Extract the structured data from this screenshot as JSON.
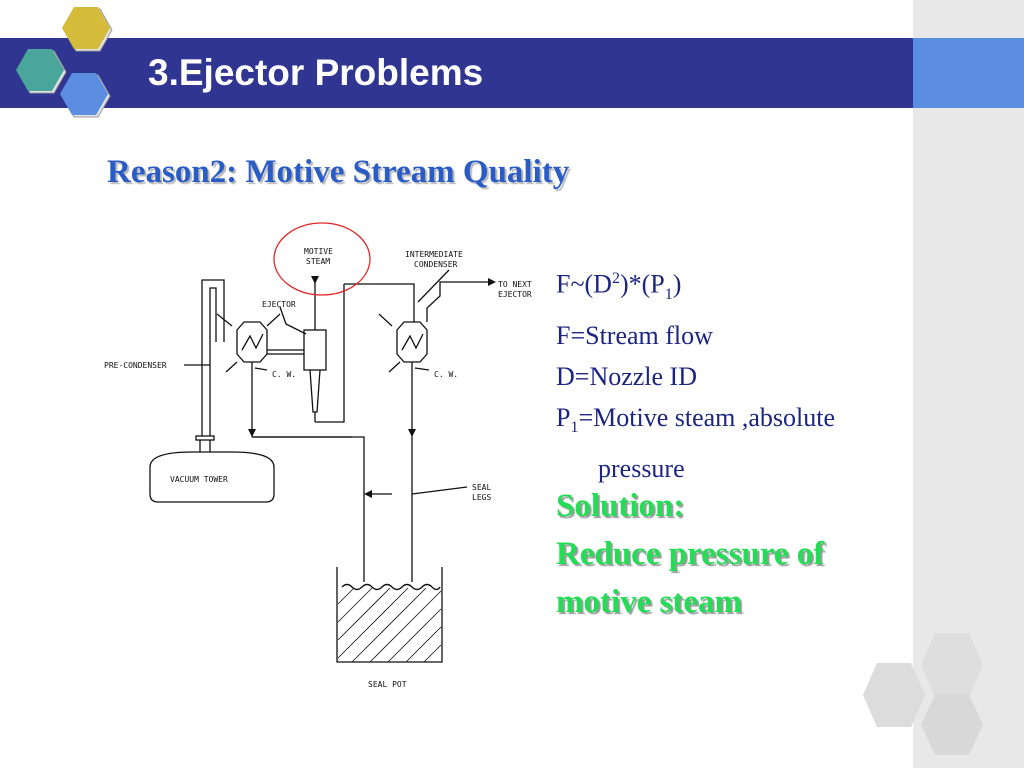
{
  "slide": {
    "title": "3.Ejector Problems",
    "subtitle": "Reason2: Motive Stream Quality",
    "colors": {
      "title_bar": "#303592",
      "title_accent": "#5b8de0",
      "subtitle": "#2a5cc7",
      "formula_text": "#1c2680",
      "solution_text": "#22dd55",
      "highlight_circle": "#e0282a"
    }
  },
  "formula": {
    "f_prefix": "F~(D",
    "f_sup": "2",
    "f_mid": ")*(P",
    "f_sub": "1",
    "f_suffix": ")",
    "line2": "F=Stream flow",
    "line3": "D=Nozzle ID",
    "p_prefix": "P",
    "p_sub": "1",
    "p_rest": "=Motive steam ,absolute",
    "p_cont": "pressure"
  },
  "solution": {
    "heading": "Solution:",
    "line1": "Reduce pressure of",
    "line2": "motive steam"
  },
  "diagram": {
    "labels": {
      "motive": "MOTIVE",
      "steam": "STEAM",
      "intermediate": "INTERMEDIATE",
      "condenser": "CONDENSER",
      "to_next": "TO NEXT",
      "ejector_out": "EJECTOR",
      "ejector": "EJECTOR",
      "pre_condenser": "PRE-CONDENSER",
      "cw1": "C. W.",
      "cw2": "C. W.",
      "vacuum_tower": "VACUUM TOWER",
      "seal": "SEAL",
      "legs": "LEGS",
      "seal_pot": "SEAL POT"
    },
    "icons": [
      "hexagon-logo-icon",
      "decorative-hexagons-icon"
    ]
  }
}
